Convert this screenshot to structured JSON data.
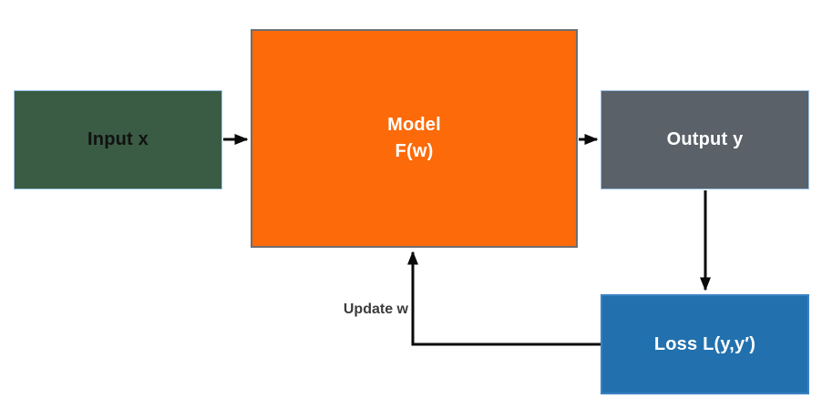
{
  "diagram": {
    "boxes": {
      "input": {
        "label": "Input x"
      },
      "model": {
        "label_line1": "Model",
        "label_line2": "F(w)"
      },
      "output": {
        "label": "Output y"
      },
      "loss": {
        "label": "Loss L(y,y′)"
      }
    },
    "annotations": {
      "update_w": "Update w"
    },
    "colors": {
      "input_fill": "#3a5b44",
      "input_border": "#9dc3e6",
      "model_fill": "#fc6a09",
      "model_border": "#6e6e6e",
      "output_fill": "#5a6168",
      "output_border": "#9dc3e6",
      "loss_fill": "#2271ae",
      "loss_border": "#3c82c4",
      "arrow": "#0a0a0a",
      "update_label": "#3b3b3b"
    }
  }
}
